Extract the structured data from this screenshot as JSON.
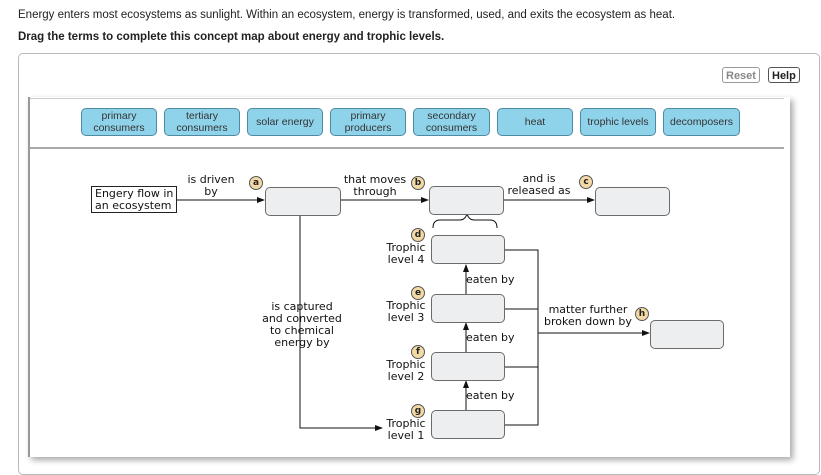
{
  "intro_text": "Energy enters most ecosystems as sunlight. Within an ecosystem, energy is transformed, used, and exits the ecosystem as heat.",
  "instruction": "Drag the terms to complete this concept map about energy and trophic levels.",
  "buttons": {
    "reset": "Reset",
    "help": "Help"
  },
  "terms": [
    "primary\nconsumers",
    "tertiary\nconsumers",
    "solar energy",
    "primary\nproducers",
    "secondary\nconsumers",
    "heat",
    "trophic levels",
    "decomposers"
  ],
  "concept_map": {
    "start_node": "Engery flow in\nan ecosystem",
    "links": {
      "is_driven_by": "is driven\nby",
      "that_moves_through": "that moves\nthrough",
      "and_is_released_as": "and is\nreleased as",
      "is_captured": "is captured\nand converted\nto chemical\nenergy by",
      "matter_further": "matter further\nbroken down by",
      "eaten_by": "eaten by"
    },
    "badges": [
      "a",
      "b",
      "c",
      "d",
      "e",
      "f",
      "g",
      "h"
    ],
    "trophic_labels": {
      "level4": "Trophic\nlevel 4",
      "level3": "Trophic\nlevel 3",
      "level2": "Trophic\nlevel 2",
      "level1": "Trophic\nlevel 1"
    }
  },
  "colors": {
    "term_fill": "#8fd3ea",
    "term_border": "#4f8aa3",
    "dropbox_fill": "#eceef0",
    "badge_fill": "#f3d9a6"
  }
}
